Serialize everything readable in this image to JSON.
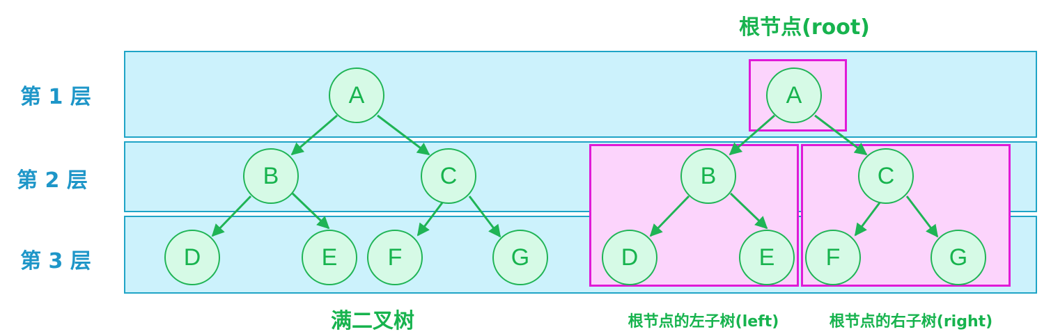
{
  "levels": {
    "l1": "第 1 层",
    "l2": "第 2 层",
    "l3": "第 3 层"
  },
  "left_tree": {
    "caption": "满二叉树",
    "nodes": {
      "A": "A",
      "B": "B",
      "C": "C",
      "D": "D",
      "E": "E",
      "F": "F",
      "G": "G"
    }
  },
  "right_tree": {
    "root_caption": "根节点(root)",
    "left_subtree_caption": "根节点的左子树(left)",
    "right_subtree_caption": "根节点的右子树(right)",
    "nodes": {
      "A": "A",
      "B": "B",
      "C": "C",
      "D": "D",
      "E": "E",
      "F": "F",
      "G": "G"
    }
  },
  "colors": {
    "band_fill": "#ccf2fc",
    "band_border": "#1fa4c6",
    "highlight_fill": "#fcd4fc",
    "highlight_border": "#e01ad6",
    "node_fill": "#d6fae6",
    "accent_green": "#17b34e",
    "level_text": "#1e96c8"
  }
}
